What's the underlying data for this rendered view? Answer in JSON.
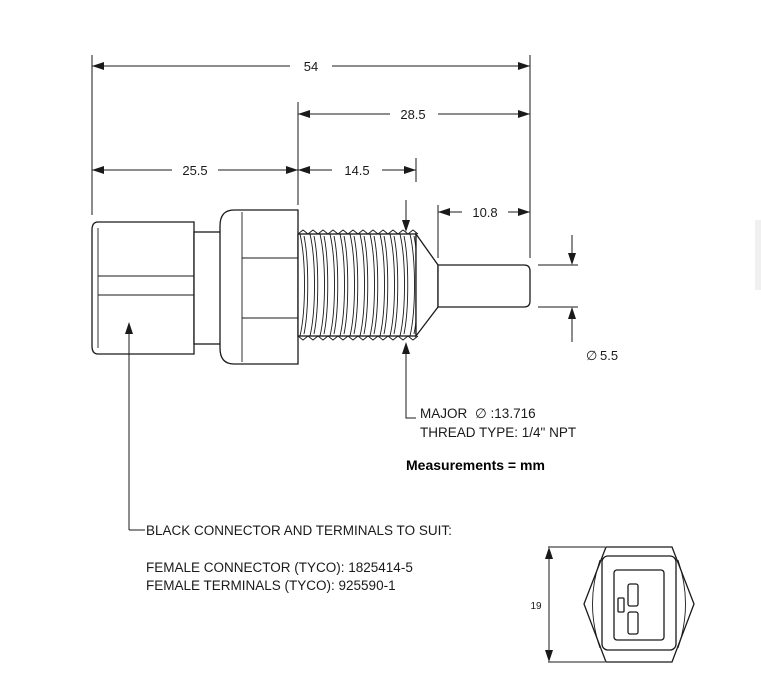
{
  "dimensions": {
    "overall_length": "54",
    "thread_plus_probe_length": "28.5",
    "connector_body_length": "25.5",
    "thread_length": "14.5",
    "probe_length": "10.8",
    "probe_diameter": "5.5",
    "connector_height": "19"
  },
  "thread_note": {
    "major_diameter_label": "MAJOR",
    "major_diameter_value": ":13.716",
    "thread_type": "THREAD TYPE: 1/4\" NPT"
  },
  "units_note": "Measurements = mm",
  "connector_note": {
    "heading": "BLACK CONNECTOR AND TERMINALS TO SUIT:",
    "female_connector": "FEMALE CONNECTOR (TYCO): 1825414-5",
    "female_terminals": "FEMALE TERMINALS (TYCO): 925590-1"
  },
  "symbols": {
    "diameter": "∅"
  }
}
